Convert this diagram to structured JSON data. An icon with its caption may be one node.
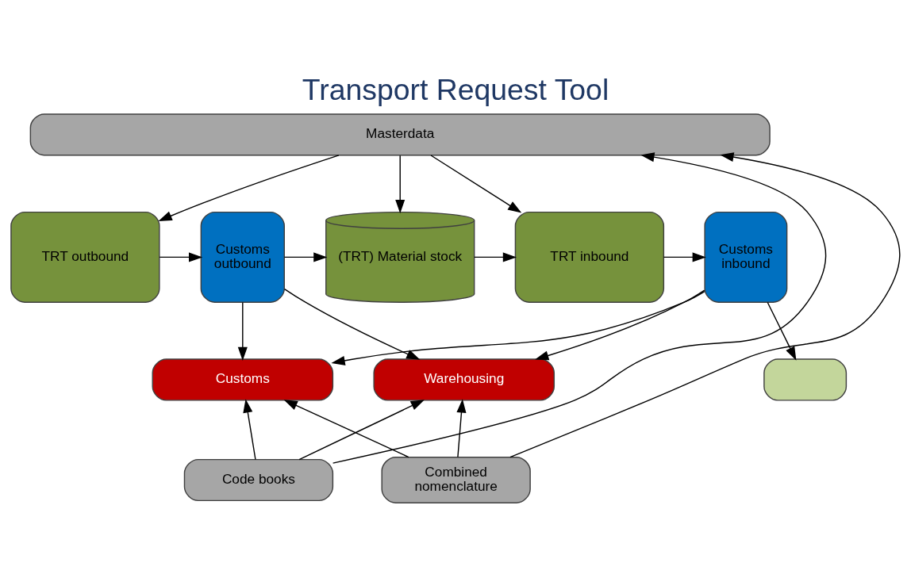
{
  "diagram": {
    "title": "Transport Request Tool",
    "nodes": [
      {
        "text": [
          "Masterdata"
        ]
      },
      {
        "text": [
          "TRT outbound"
        ]
      },
      {
        "text": [
          "Customs outbound"
        ]
      },
      {
        "text": [
          "(TRT) Material stock"
        ]
      },
      {
        "text": [
          "TRT inbound"
        ]
      },
      {
        "text": [
          "Customs inbound"
        ]
      },
      {
        "text": [
          "Customs"
        ]
      },
      {
        "text": [
          "Warehousing"
        ]
      },
      {
        "text": [],
        "shape": "box"
      },
      {
        "text": [
          "Code books"
        ]
      },
      {
        "text": [
          "Combined nomenclature"
        ]
      }
    ],
    "edges": [
      {
        "from": 0,
        "to": 1,
        "arrow": "to"
      },
      {
        "from": 0,
        "to": 3,
        "arrow": "to"
      },
      {
        "from": 0,
        "to": 4,
        "arrow": "to"
      },
      {
        "from": 1,
        "to": 2,
        "arrow": "to"
      },
      {
        "from": 2,
        "to": 3,
        "arrow": "to"
      },
      {
        "from": 3,
        "to": 4,
        "arrow": "to"
      },
      {
        "from": 4,
        "to": 5,
        "arrow": "to"
      },
      {
        "from": 2,
        "to": 6,
        "arrow": "to"
      },
      {
        "from": 2,
        "to": 7,
        "arrow": "to"
      },
      {
        "from": 5,
        "to": 6,
        "arrow": "to"
      },
      {
        "from": 5,
        "to": 7,
        "arrow": "to"
      },
      {
        "from": 5,
        "to": 8,
        "arrow": "to"
      },
      {
        "from": 9,
        "to": 6,
        "arrow": "to"
      },
      {
        "from": 9,
        "to": 7,
        "arrow": "to"
      },
      {
        "from": 10,
        "to": 6,
        "arrow": "to"
      },
      {
        "from": 10,
        "to": 7,
        "arrow": "to"
      },
      {
        "from": 9,
        "to": 0,
        "arrow": "to"
      },
      {
        "from": 10,
        "to": 0,
        "arrow": "to"
      }
    ]
  }
}
